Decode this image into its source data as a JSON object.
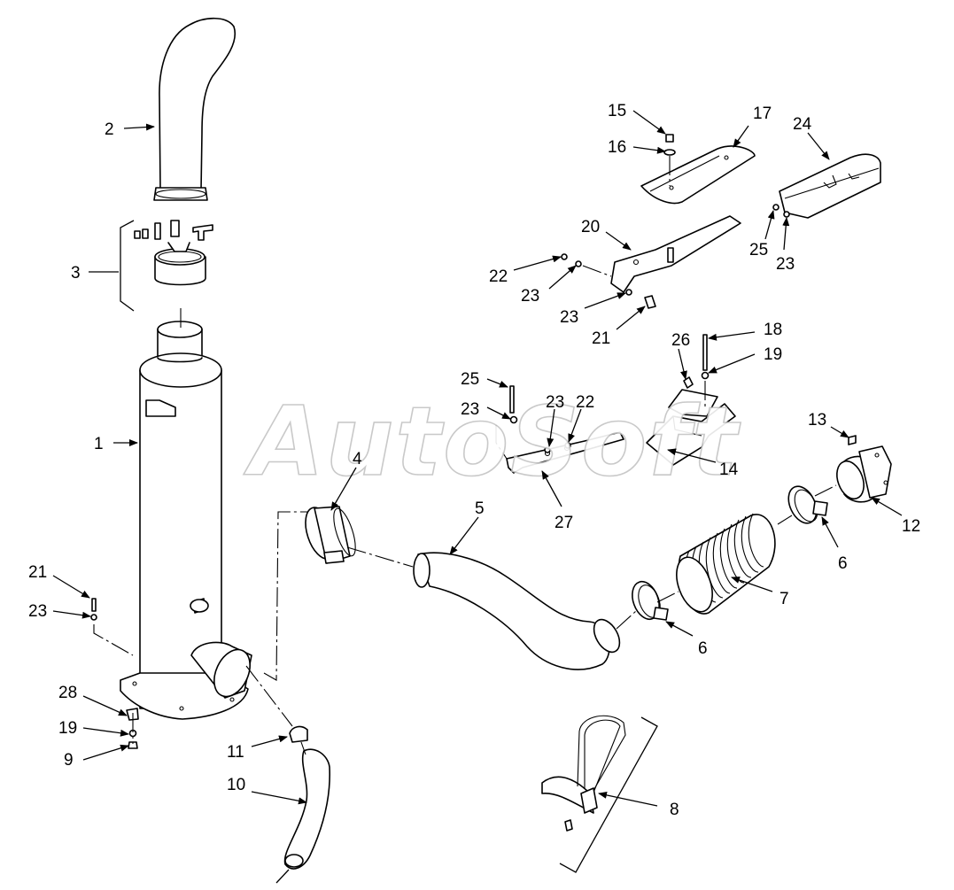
{
  "watermark": "AutoSoft",
  "callouts": [
    "2",
    "3",
    "1",
    "21",
    "23",
    "28",
    "19",
    "9",
    "11",
    "10",
    "4",
    "5",
    "6",
    "7",
    "6",
    "12",
    "13",
    "14",
    "8",
    "15",
    "16",
    "17",
    "24",
    "20",
    "22",
    "23",
    "23",
    "21",
    "25",
    "23",
    "26",
    "18",
    "19",
    "25",
    "23",
    "23",
    "22",
    "27"
  ]
}
